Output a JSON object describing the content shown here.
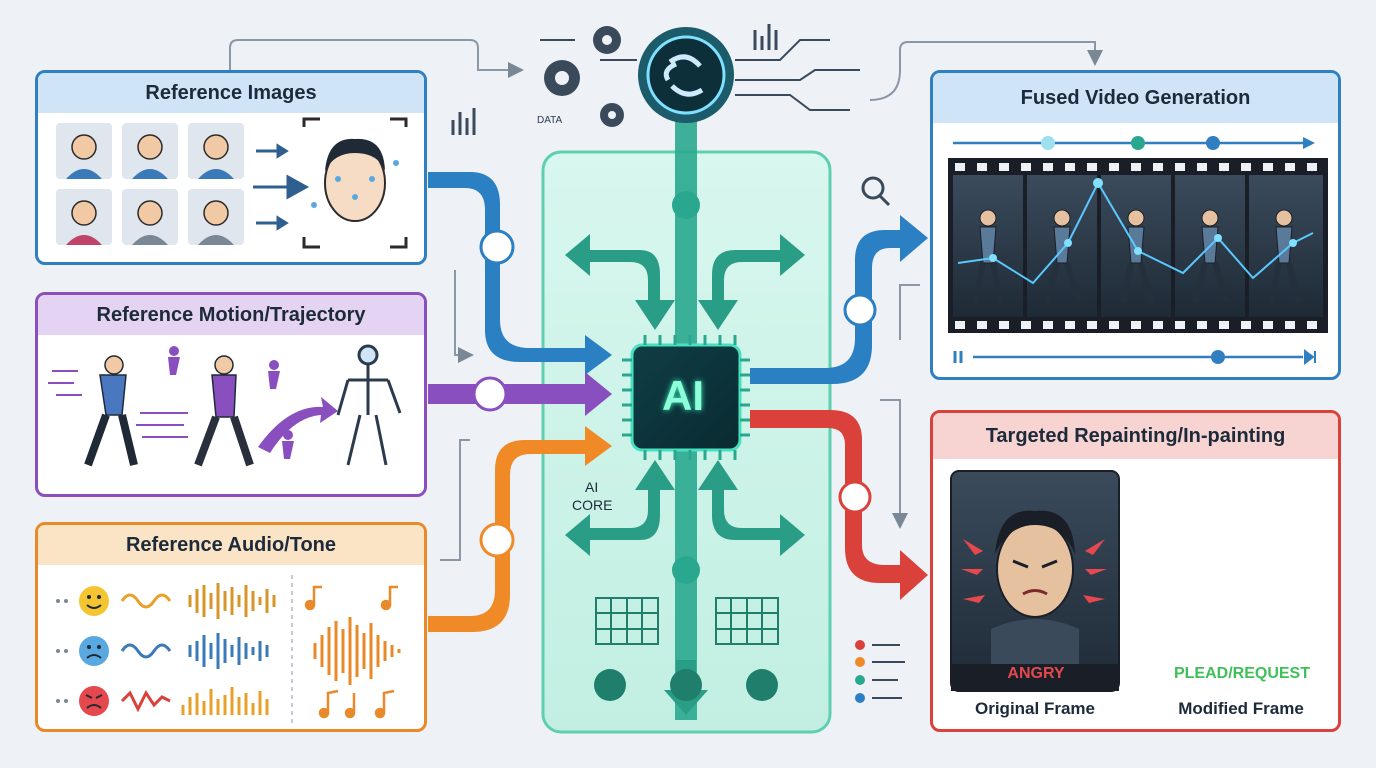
{
  "panels": {
    "reference_images": {
      "title": "Reference Images",
      "color": "#2f7fc1"
    },
    "reference_motion": {
      "title": "Reference Motion/Trajectory",
      "color": "#8a4fbf"
    },
    "reference_audio": {
      "title": "Reference Audio/Tone",
      "color": "#e88a2a"
    },
    "fused_video": {
      "title": "Fused Video Generation",
      "color": "#2f7fc1"
    },
    "repainting": {
      "title": "Targeted Repainting/In-painting",
      "color": "#d9413a",
      "original_badge": "ANGRY",
      "modified_badge": "PLEAD/REQUEST",
      "original_caption": "Original Frame",
      "modified_caption": "Modified Frame"
    }
  },
  "core": {
    "chip_label": "AI",
    "core_label_line1": "AI",
    "core_label_line2": "CORE",
    "data_label": "DATA",
    "accent": "#22b59a"
  },
  "icons": [
    "face-scan-icon",
    "runner-icon",
    "speaker-icon",
    "gear-icon",
    "zoom-icon",
    "film-strip-icon",
    "music-note-icon",
    "emoji-happy-icon",
    "emoji-sad-icon",
    "emoji-angry-icon",
    "skeleton-icon",
    "brush-icon",
    "chart-icon"
  ]
}
